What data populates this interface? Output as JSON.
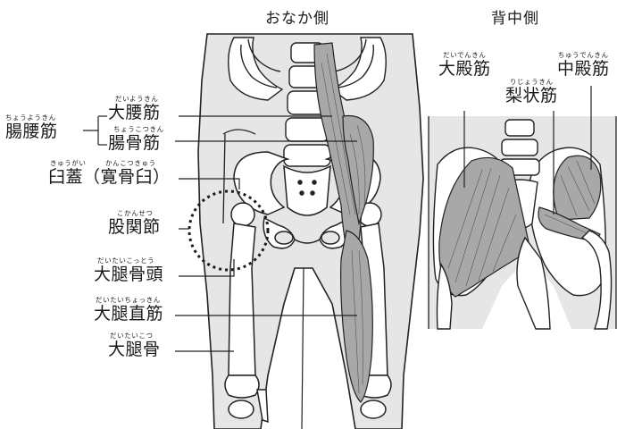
{
  "headers": {
    "front": "おなか側",
    "back": "背中側"
  },
  "front_labels": {
    "iliopsoas": {
      "ruby": "ちょうようきん",
      "text": "腸腰筋"
    },
    "psoas_major": {
      "ruby": "だいようきん",
      "text": "大腰筋"
    },
    "iliacus": {
      "ruby": "ちょうこつきん",
      "text": "腸骨筋"
    },
    "acetabulum": {
      "ruby_a": "きゅうがい",
      "ruby_b": "かんこつきゅう",
      "text": "臼蓋（寛骨臼）"
    },
    "hip_joint": {
      "ruby": "こかんせつ",
      "text": "股関節"
    },
    "femoral_head": {
      "ruby": "だいたいこっとう",
      "text": "大腿骨頭"
    },
    "rectus_femoris": {
      "ruby": "だいたいちょっきん",
      "text": "大腿直筋"
    },
    "femur": {
      "ruby": "だいたいこつ",
      "text": "大腿骨"
    }
  },
  "back_labels": {
    "gluteus_maximus": {
      "ruby": "だいでんきん",
      "text": "大殿筋"
    },
    "piriformis": {
      "ruby": "りじょうきん",
      "text": "梨状筋"
    },
    "gluteus_medius": {
      "ruby": "ちゅうでんきん",
      "text": "中殿筋"
    }
  },
  "colors": {
    "body_fill": "#e6e6e6",
    "muscle_fill": "#a8a8a8",
    "bone_fill": "#ffffff",
    "line": "#222222"
  }
}
